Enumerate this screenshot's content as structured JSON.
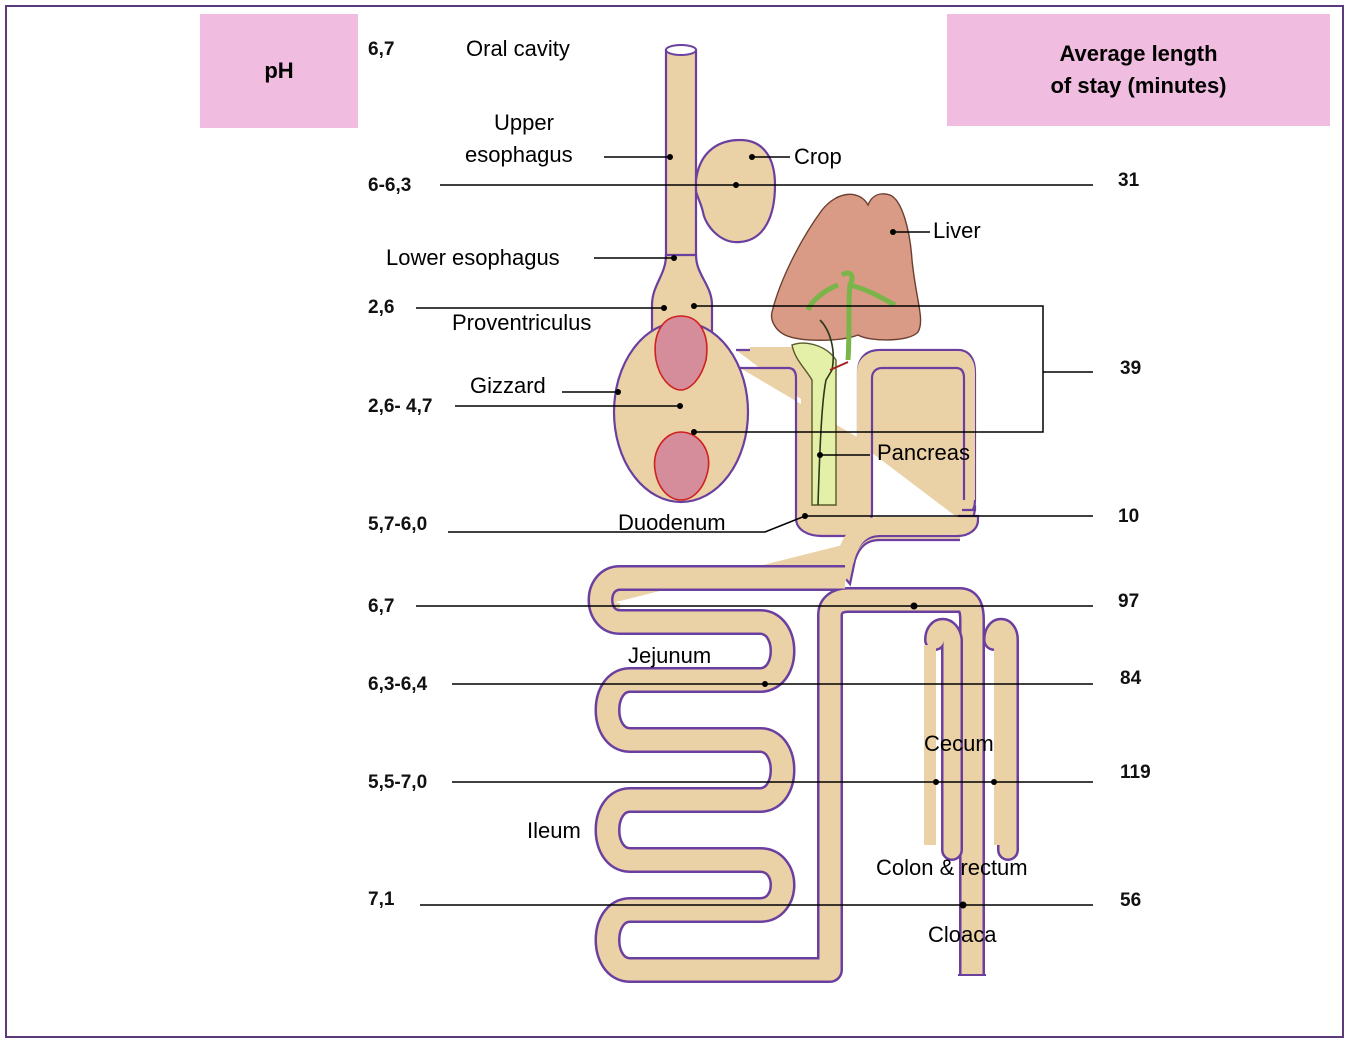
{
  "header": {
    "ph_title": "pH",
    "time_title_line1": "Average length",
    "time_title_line2": "of stay (minutes)"
  },
  "ph_values": {
    "oral": "6,7",
    "upper_esophagus": "6-6,3",
    "proventriculus": "2,6",
    "gizzard": "2,6- 4,7",
    "duodenum": "5,7-6,0",
    "jejunum_upper": "6,7",
    "jejunum_lower": "6,3-6,4",
    "ileum": "5,5-7,0",
    "colon": "7,1"
  },
  "stay_minutes": {
    "crop": "31",
    "proventriculus_gizzard": "39",
    "duodenum": "10",
    "jejunum_upper": "97",
    "jejunum_lower": "84",
    "cecum": "119",
    "colon": "56"
  },
  "labels": {
    "oral_cavity": "Oral cavity",
    "upper_esophagus_1": "Upper",
    "upper_esophagus_2": "esophagus",
    "crop": "Crop",
    "liver": "Liver",
    "lower_esophagus": "Lower esophagus",
    "proventriculus": "Proventriculus",
    "gizzard": "Gizzard",
    "pancreas": "Pancreas",
    "duodenum": "Duodenum",
    "jejunum": "Jejunum",
    "cecum": "Cecum",
    "ileum": "Ileum",
    "colon_rectum": "Colon & rectum",
    "cloaca": "Cloaca"
  },
  "colors": {
    "gut": "#ead1a6",
    "outline": "#6a3fa0",
    "liver": "#d99a86",
    "gizzard_pad": "#d58d9b",
    "pancreas": "#e4f0a8",
    "bile": "#7ab54a",
    "header_fill": "#f0bce0"
  }
}
